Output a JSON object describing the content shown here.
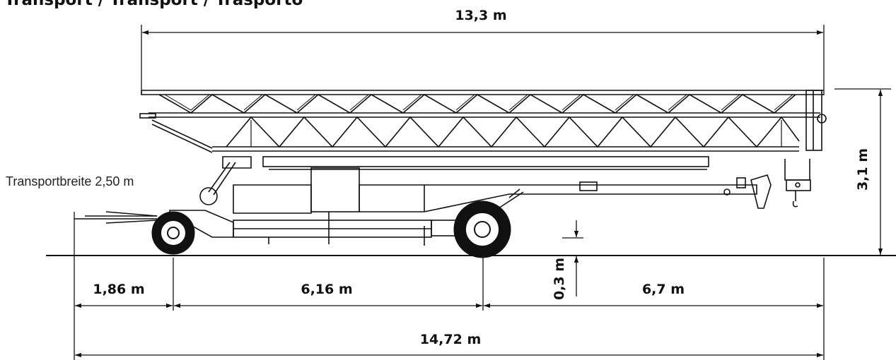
{
  "title": "Transport / Transport / Trasporto",
  "transport_width_note": "Transportbreite 2,50 m",
  "dimensions": {
    "overall_boom_length": "13,3 m",
    "height": "3,1 m",
    "drawbar_length": "1,86 m",
    "wheelbase": "6,16 m",
    "ground_clearance": "0,3 m",
    "rear_overhang": "6,7 m",
    "total_length": "14,72 m"
  }
}
